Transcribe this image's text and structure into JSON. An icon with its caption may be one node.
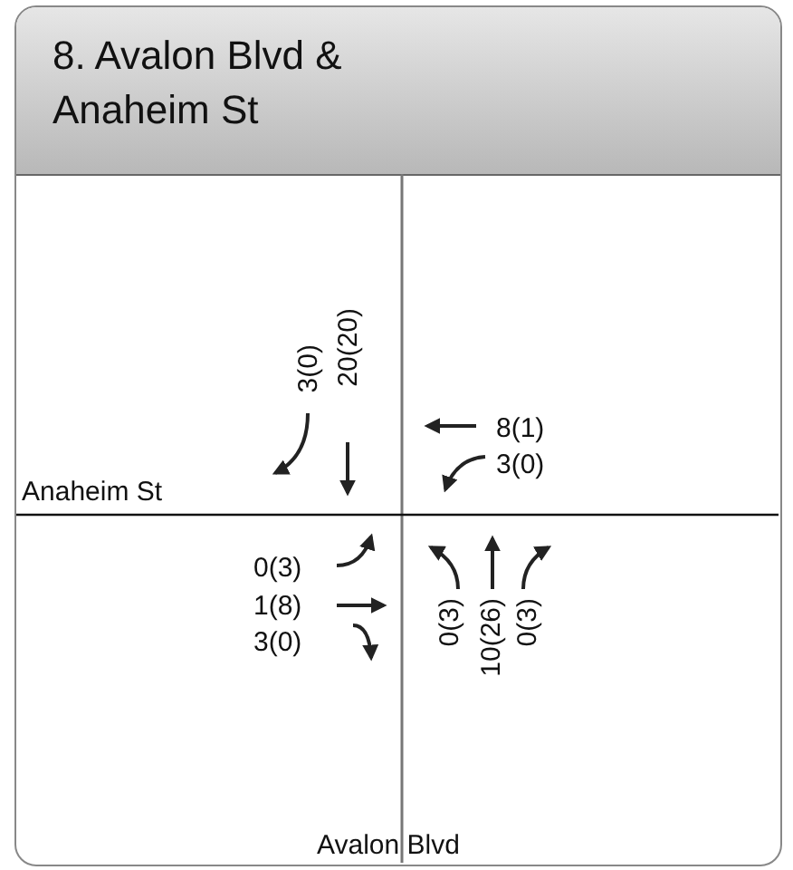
{
  "diagram": {
    "title": "8. Avalon Blvd & Anaheim St",
    "labels": [
      "3(0)",
      "20(20)",
      "8(1)",
      "3(0)",
      "Anaheim St",
      "0(3)",
      "1(8)",
      "3(0)",
      "0(3)",
      "10(26)",
      "0(3)",
      "Avalon Blvd"
    ]
  }
}
